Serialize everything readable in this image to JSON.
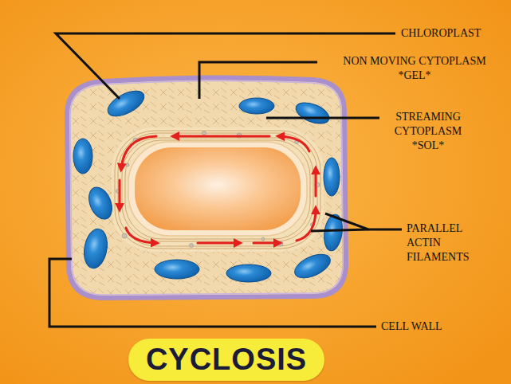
{
  "diagram": {
    "title": "CYCLOSIS",
    "labels": [
      "CHLOROPLAST",
      "NON MOVING CYTOPLASM *GEL*",
      "STREAMING CYTOPLASM *SOL*",
      "PARALLEL ACTIN FILAMENTS",
      "CELL WALL"
    ]
  }
}
